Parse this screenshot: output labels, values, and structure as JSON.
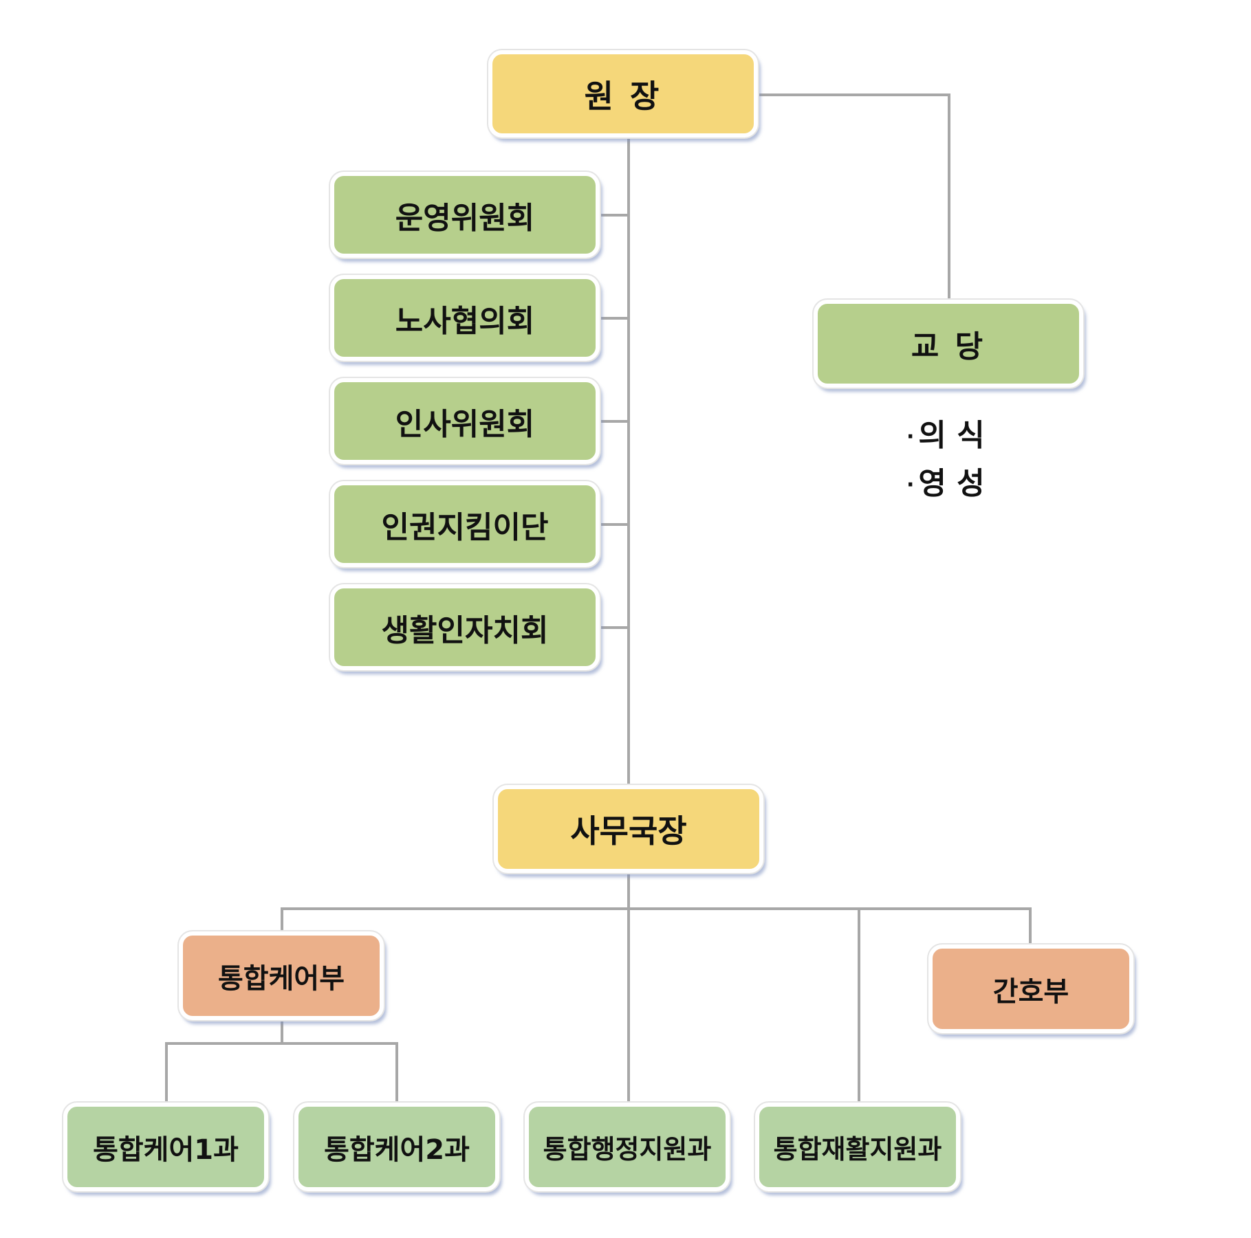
{
  "director": {
    "label": "원 장"
  },
  "committees": [
    {
      "label": "운영위원회"
    },
    {
      "label": "노사협의회"
    },
    {
      "label": "인사위원회"
    },
    {
      "label": "인권지킴이단"
    },
    {
      "label": "생활인자치회"
    }
  ],
  "chaplaincy": {
    "label": "교 당",
    "duties": [
      {
        "bullet": "·",
        "text": "의 식"
      },
      {
        "bullet": "·",
        "text": "영 성"
      }
    ]
  },
  "secretary_general": {
    "label": "사무국장"
  },
  "departments": {
    "integrated_care": {
      "label": "통합케어부"
    },
    "nursing": {
      "label": "간호부"
    }
  },
  "sections": [
    {
      "label": "통합케어1과"
    },
    {
      "label": "통합케어2과"
    },
    {
      "label": "통합행정지원과"
    },
    {
      "label": "통합재활지원과"
    }
  ],
  "colors": {
    "executive": "#f5d77a",
    "committee": "#b6cf8c",
    "department": "#ebb08a",
    "section": "#b5d3a3",
    "connector": "#a7a7a7"
  }
}
